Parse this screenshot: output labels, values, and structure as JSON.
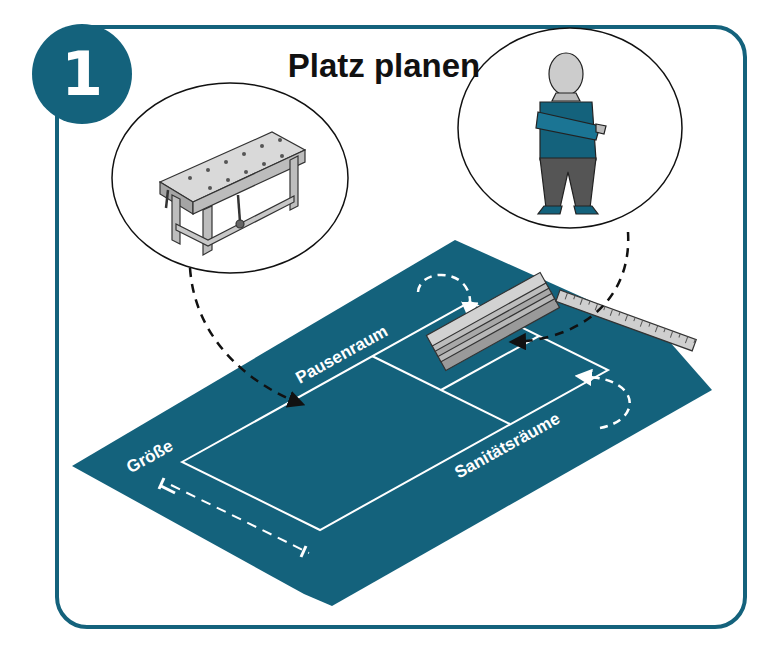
{
  "diagram": {
    "title": "Platz planen",
    "nodes": [
      {
        "text": [
          "1"
        ]
      }
    ],
    "labels": [
      "Pausenraum",
      "Sanitätsräume",
      "Größe"
    ]
  }
}
